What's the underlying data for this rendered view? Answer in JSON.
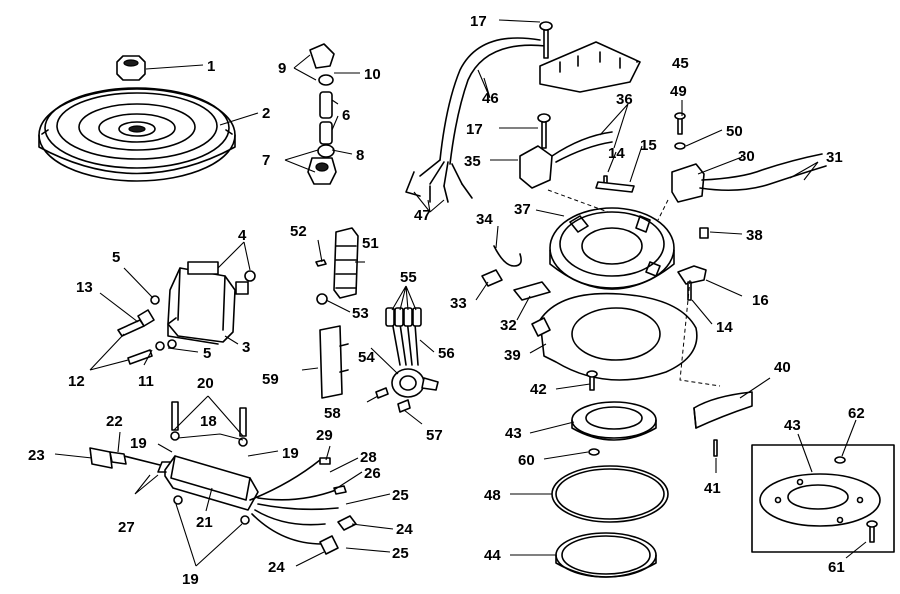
{
  "diagram": {
    "callouts": [
      {
        "id": "c1",
        "text": "1"
      },
      {
        "id": "c2",
        "text": "2"
      },
      {
        "id": "c3",
        "text": "3"
      },
      {
        "id": "c4",
        "text": "4"
      },
      {
        "id": "c5a",
        "text": "5"
      },
      {
        "id": "c5b",
        "text": "5"
      },
      {
        "id": "c6",
        "text": "6"
      },
      {
        "id": "c7",
        "text": "7"
      },
      {
        "id": "c8",
        "text": "8"
      },
      {
        "id": "c9",
        "text": "9"
      },
      {
        "id": "c10",
        "text": "10"
      },
      {
        "id": "c11",
        "text": "11"
      },
      {
        "id": "c12",
        "text": "12"
      },
      {
        "id": "c13",
        "text": "13"
      },
      {
        "id": "c14a",
        "text": "14"
      },
      {
        "id": "c14b",
        "text": "14"
      },
      {
        "id": "c15",
        "text": "15"
      },
      {
        "id": "c16",
        "text": "16"
      },
      {
        "id": "c17a",
        "text": "17"
      },
      {
        "id": "c17b",
        "text": "17"
      },
      {
        "id": "c18",
        "text": "18"
      },
      {
        "id": "c19a",
        "text": "19"
      },
      {
        "id": "c19b",
        "text": "19"
      },
      {
        "id": "c19c",
        "text": "19"
      },
      {
        "id": "c20",
        "text": "20"
      },
      {
        "id": "c21",
        "text": "21"
      },
      {
        "id": "c22",
        "text": "22"
      },
      {
        "id": "c23",
        "text": "23"
      },
      {
        "id": "c24a",
        "text": "24"
      },
      {
        "id": "c24b",
        "text": "24"
      },
      {
        "id": "c25a",
        "text": "25"
      },
      {
        "id": "c25b",
        "text": "25"
      },
      {
        "id": "c26",
        "text": "26"
      },
      {
        "id": "c27",
        "text": "27"
      },
      {
        "id": "c28",
        "text": "28"
      },
      {
        "id": "c29",
        "text": "29"
      },
      {
        "id": "c30",
        "text": "30"
      },
      {
        "id": "c31",
        "text": "31"
      },
      {
        "id": "c32",
        "text": "32"
      },
      {
        "id": "c33",
        "text": "33"
      },
      {
        "id": "c34",
        "text": "34"
      },
      {
        "id": "c35",
        "text": "35"
      },
      {
        "id": "c36",
        "text": "36"
      },
      {
        "id": "c37",
        "text": "37"
      },
      {
        "id": "c38",
        "text": "38"
      },
      {
        "id": "c39",
        "text": "39"
      },
      {
        "id": "c40",
        "text": "40"
      },
      {
        "id": "c41",
        "text": "41"
      },
      {
        "id": "c42",
        "text": "42"
      },
      {
        "id": "c43a",
        "text": "43"
      },
      {
        "id": "c43b",
        "text": "43"
      },
      {
        "id": "c44",
        "text": "44"
      },
      {
        "id": "c45",
        "text": "45"
      },
      {
        "id": "c46",
        "text": "46"
      },
      {
        "id": "c47",
        "text": "47"
      },
      {
        "id": "c48",
        "text": "48"
      },
      {
        "id": "c49",
        "text": "49"
      },
      {
        "id": "c50",
        "text": "50"
      },
      {
        "id": "c51",
        "text": "51"
      },
      {
        "id": "c52",
        "text": "52"
      },
      {
        "id": "c53",
        "text": "53"
      },
      {
        "id": "c54",
        "text": "54"
      },
      {
        "id": "c55",
        "text": "55"
      },
      {
        "id": "c56",
        "text": "56"
      },
      {
        "id": "c57",
        "text": "57"
      },
      {
        "id": "c58",
        "text": "58"
      },
      {
        "id": "c59",
        "text": "59"
      },
      {
        "id": "c60",
        "text": "60"
      },
      {
        "id": "c61",
        "text": "61"
      },
      {
        "id": "c62",
        "text": "62"
      }
    ]
  }
}
